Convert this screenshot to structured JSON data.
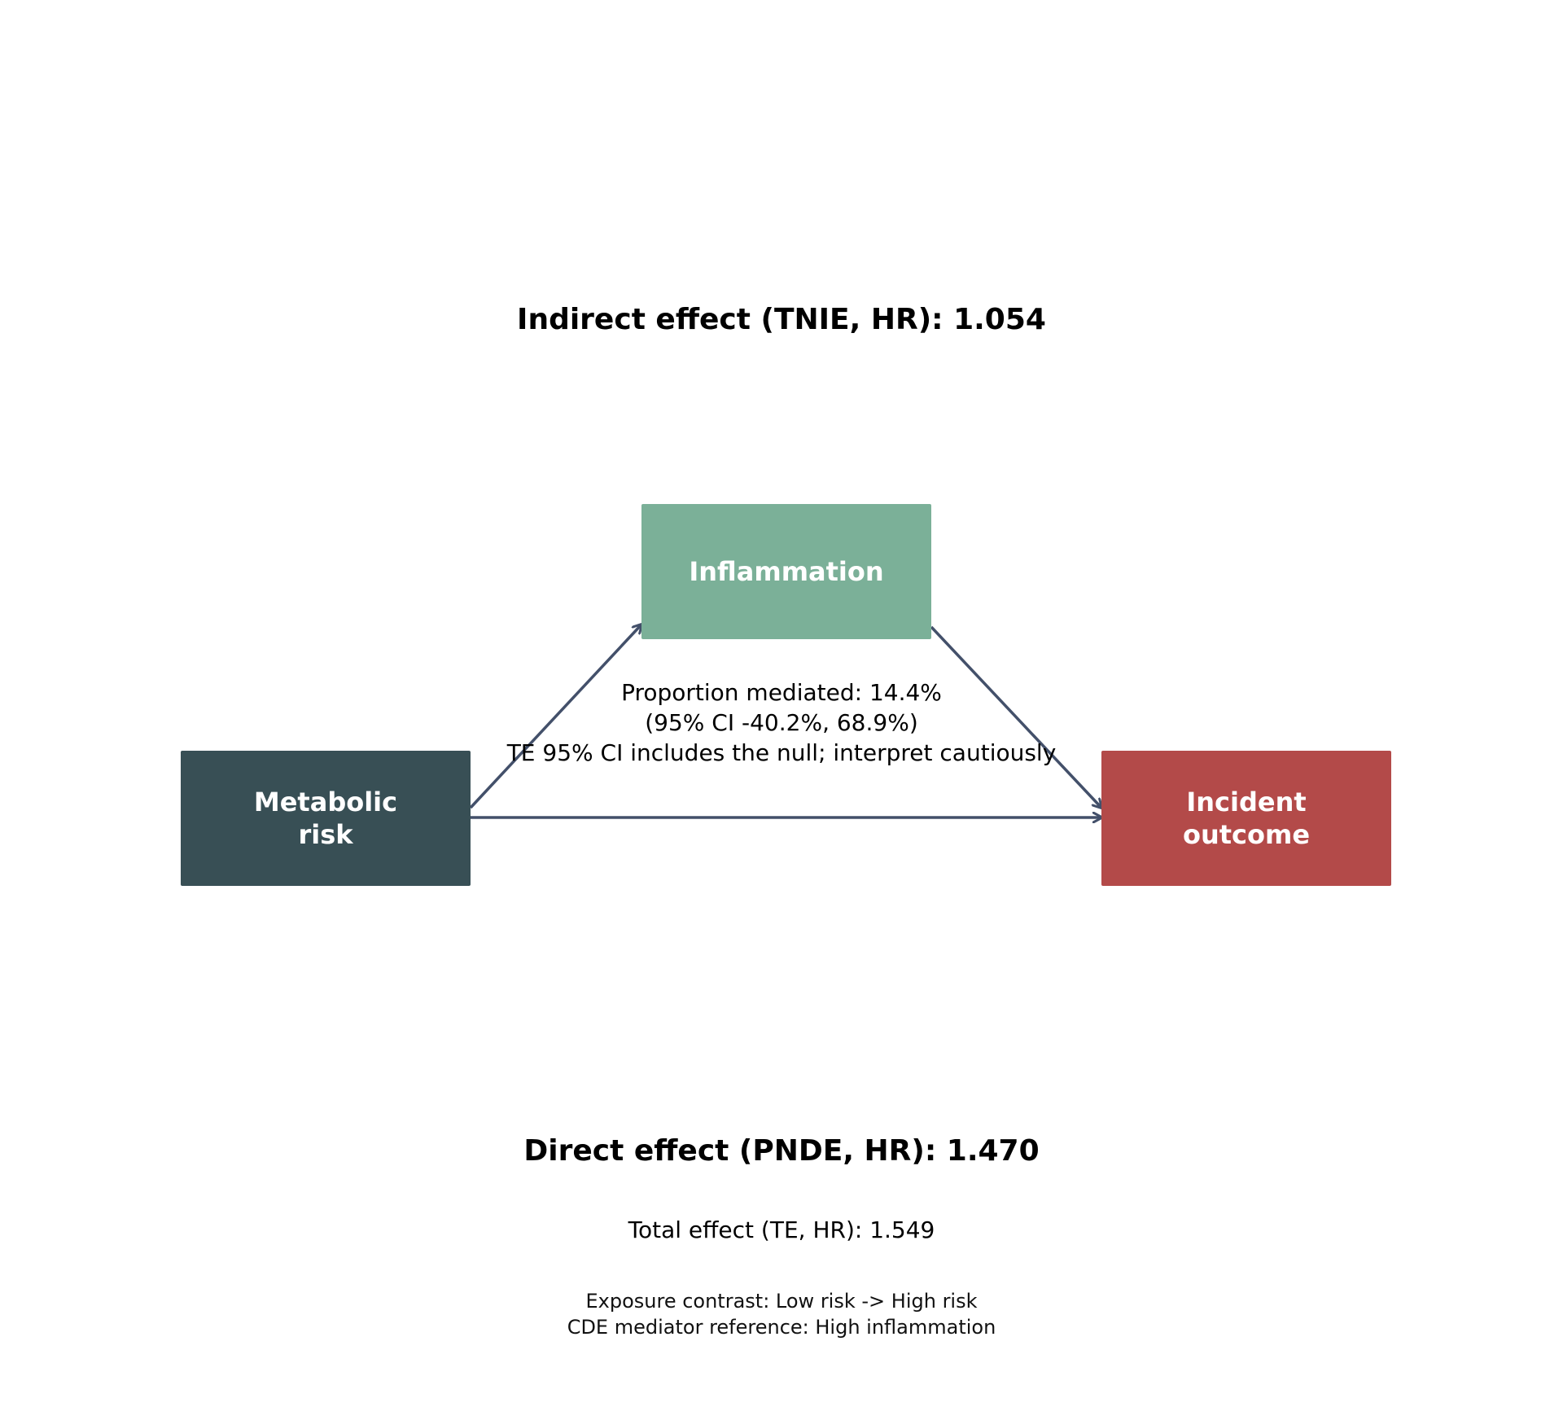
{
  "headings": {
    "indirect": "Indirect effect (TNIE, HR): 1.054",
    "direct": "Direct effect (PNDE, HR): 1.470"
  },
  "nodes": {
    "mediator": {
      "lines": [
        "Inflammation"
      ],
      "color": "#7bb098"
    },
    "exposure": {
      "lines": [
        "Metabolic",
        "risk"
      ],
      "color": "#384f55"
    },
    "outcome": {
      "lines": [
        "Incident",
        "outcome"
      ],
      "color": "#b34a49"
    }
  },
  "arrow_color": "#43506a",
  "mediation_note": {
    "line1": "Proportion mediated: 14.4%",
    "line2": "(95% CI -40.2%, 68.9%)",
    "line3": "TE 95% CI includes the null; interpret cautiously"
  },
  "total_effect": "Total effect (TE, HR): 1.549",
  "footnotes": {
    "contrast": "Exposure contrast: Low risk -> High risk",
    "cde_reference": "CDE mediator reference: High inflammation"
  }
}
